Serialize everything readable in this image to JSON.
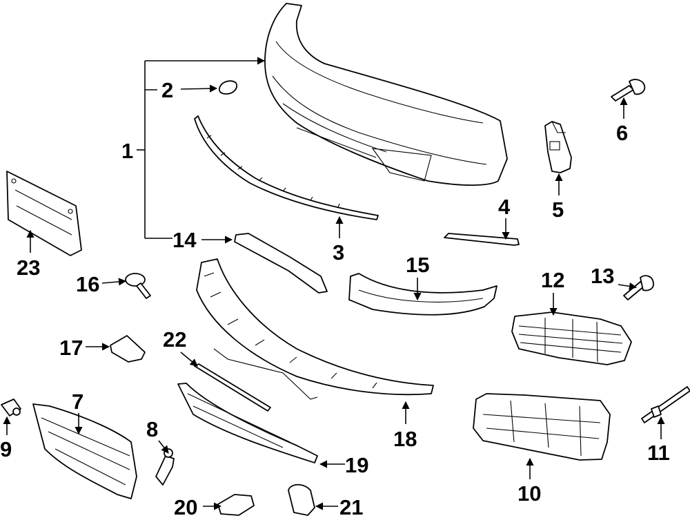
{
  "callouts": {
    "n1": "1",
    "n2": "2",
    "n3": "3",
    "n4": "4",
    "n5": "5",
    "n6": "6",
    "n7": "7",
    "n8": "8",
    "n9": "9",
    "n10": "10",
    "n11": "11",
    "n12": "12",
    "n13": "13",
    "n14": "14",
    "n15": "15",
    "n16": "16",
    "n17": "17",
    "n18": "18",
    "n19": "19",
    "n20": "20",
    "n21": "21",
    "n22": "22",
    "n23": "23"
  }
}
